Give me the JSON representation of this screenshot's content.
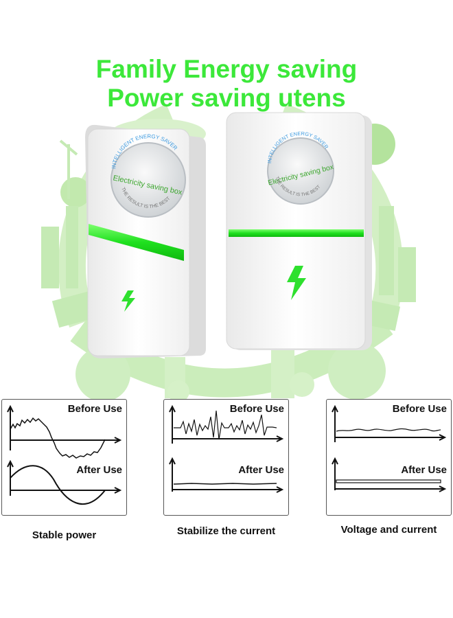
{
  "headline": {
    "line1": "Family Energy saving",
    "line2": "Power saving utens"
  },
  "device_badge": {
    "top_text": "INTELLIGENT ENERGY SAVER",
    "middle_text": "Electricity saving box",
    "bottom_text": "THE RESULT IS THE BEST"
  },
  "panels": [
    {
      "before_label": "Before Use",
      "after_label": "After Use",
      "caption": "Stable power"
    },
    {
      "before_label": "Before Use",
      "after_label": "After Use",
      "caption": "Stabilize the current"
    },
    {
      "before_label": "Before Use",
      "after_label": "After Use",
      "caption": "Voltage and current"
    }
  ],
  "colors": {
    "accent_green": "#3ce83a",
    "led_green": "#2ee02e",
    "backdrop_green": "#b9e6a5",
    "device_white": "#f6f6f6"
  },
  "icons": [
    "lightning-bolt-icon",
    "badge-seal-icon"
  ]
}
